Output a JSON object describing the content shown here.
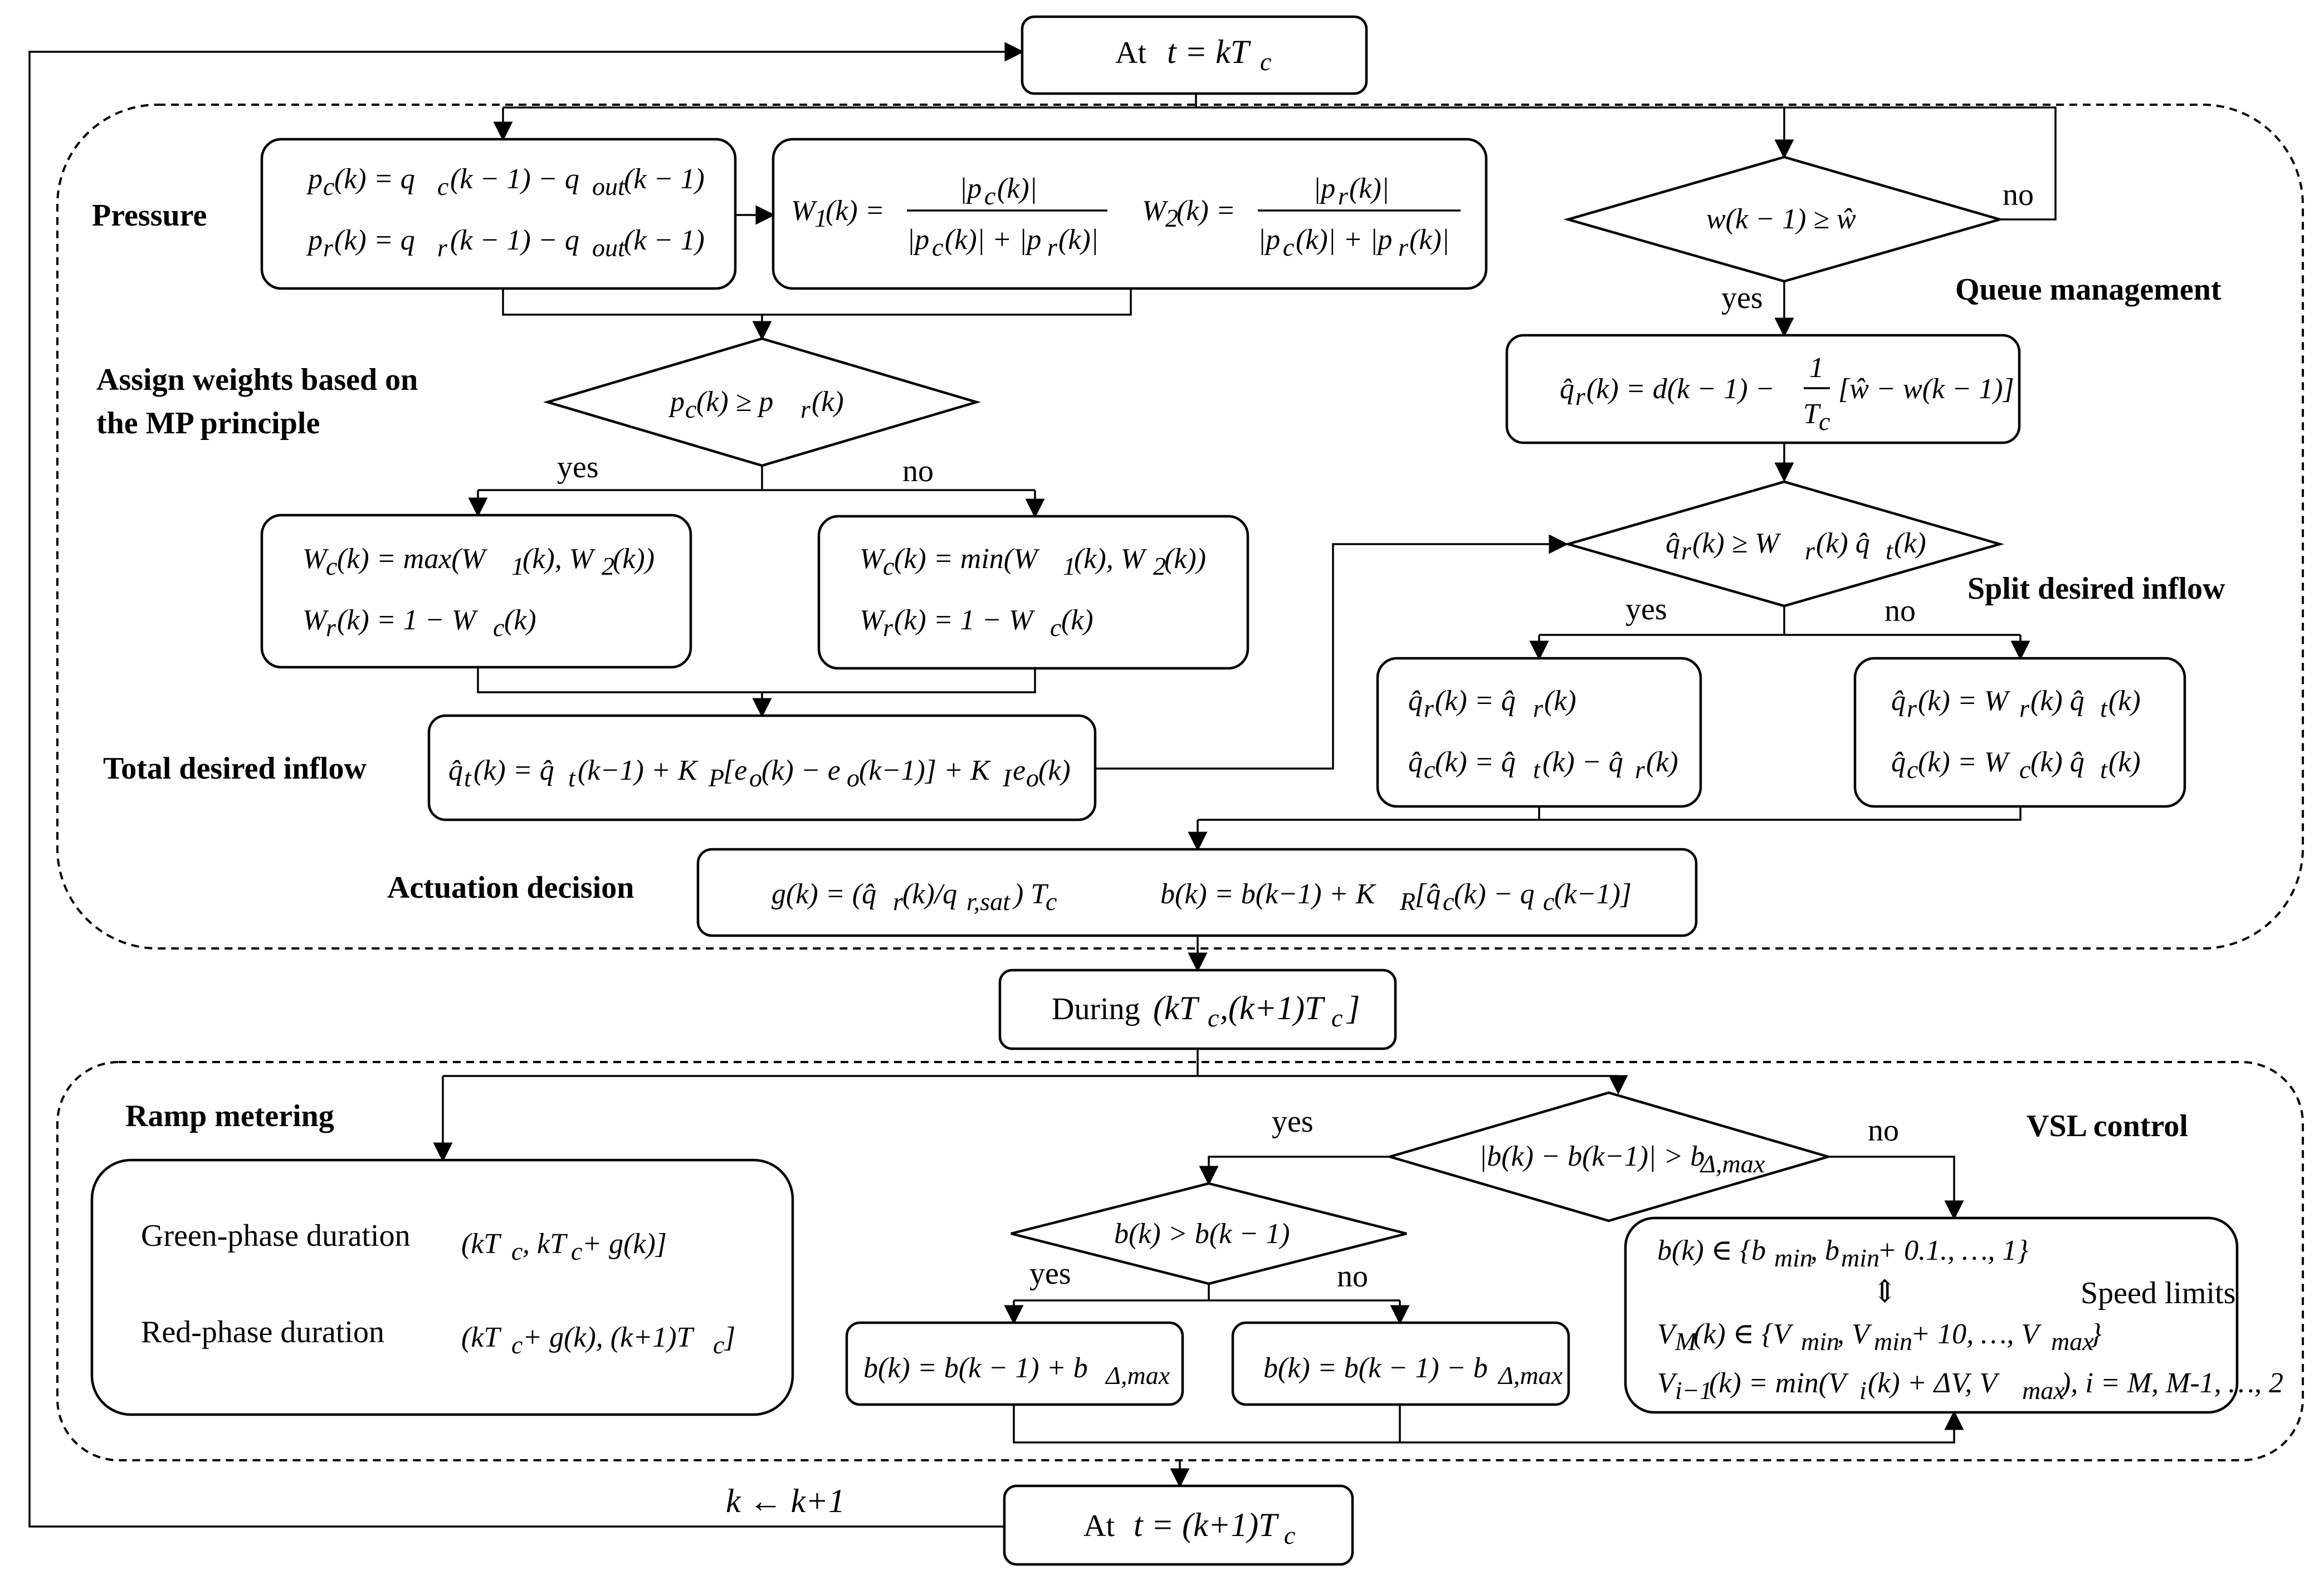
{
  "labels": {
    "pressure": "Pressure",
    "assign_1": "Assign weights based on",
    "assign_2": "the MP principle",
    "total_desired_inflow": "Total desired inflow",
    "actuation_decision": "Actuation decision",
    "queue_management": "Queue management",
    "split_desired_inflow": "Split desired inflow",
    "ramp_metering": "Ramp metering",
    "vsl_control": "VSL control",
    "speed_limits": "Speed limits",
    "green_phase": "Green-phase duration",
    "red_phase": "Red-phase duration"
  },
  "flow": {
    "start": "At  t = kT",
    "during": "During (kT , (k+1)T ]",
    "end": "At  t = (k+1)T",
    "loop_update": "k ← k+1"
  },
  "branches": {
    "yes": "yes",
    "no": "no"
  },
  "equations": {
    "pressure_c": "p (k) = q (k−1) − q (k−1)",
    "pressure_r": "p (k) = q (k−1) − q (k−1)",
    "weight_w1": "W (k) = |p (k)| / (|p (k)| + |p (k)|)",
    "weight_w2": "W (k) = |p (k)| / (|p (k)| + |p (k)|)",
    "mp_condition": "p (k) ≥ p (k)",
    "wc_max": "W (k) = max(W (k), W (k))",
    "wr_max": "W (k) = 1 − W (k)",
    "wc_min": "W (k) = min(W (k), W (k))",
    "wr_min": "W (k) = 1 − W (k)",
    "total_inflow": "q̂ (k) = q̂ (k−1) + K [e (k) − e (k−1)] + K e (k)",
    "green_time": "g(k) = (q̂ (k)/q ) T",
    "b_update": "b(k) = b(k−1) + K [q̂ (k) − q (k−1)]",
    "queue_condition": "w(k−1) ≥ ŵ",
    "queue_flow": "q̂ (k) = d(k−1) − (1/T ) [ŵ − w(k−1)]",
    "split_condition": "q̂ (k) ≥ W (k) q̂ (k)",
    "split_yes_r": "q̂ (k) = q̂ (k)",
    "split_yes_c": "q̂ (k) = q̂ (k) − q̂ (k)",
    "split_no_r": "q̂ (k) = W (k) q̂ (k)",
    "split_no_c": "q̂ (k) = W (k) q̂ (k)",
    "green_interval": "(kT , kT + g(k)]",
    "red_interval": "(kT + g(k), (k+1)T ]",
    "b_change_condition": "|b(k) − b(k−1)| > b",
    "b_compare": "b(k) > b(k−1)",
    "b_increase": "b(k) = b(k−1) + b",
    "b_decrease": "b(k) = b(k−1) − b",
    "b_set": "b(k) ∈ {b , b + 0.1., …, 1}",
    "vm_set": "V (k) ∈ {V , V + 10, …, V }",
    "v_recursion": "V (k) = min(V (k) + ΔV, V ),  i = M, M-1, …, 2"
  }
}
